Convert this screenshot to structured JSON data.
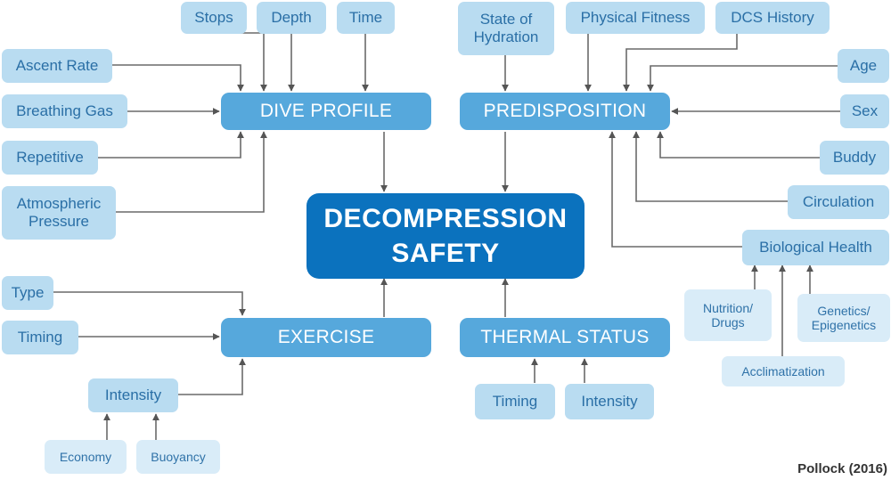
{
  "central": {
    "line1": "DECOMPRESSION",
    "line2": "SAFETY"
  },
  "categories": {
    "dive_profile": "DIVE PROFILE",
    "predisposition": "PREDISPOSITION",
    "exercise": "EXERCISE",
    "thermal_status": "THERMAL STATUS"
  },
  "dive_profile_factors": {
    "stops": "Stops",
    "depth": "Depth",
    "time": "Time",
    "ascent_rate": "Ascent Rate",
    "breathing_gas": "Breathing Gas",
    "repetitive": "Repetitive",
    "atmospheric_pressure": {
      "line1": "Atmospheric",
      "line2": "Pressure"
    }
  },
  "predisposition_factors": {
    "state_of_hydration": {
      "line1": "State of",
      "line2": "Hydration"
    },
    "physical_fitness": "Physical Fitness",
    "dcs_history": "DCS History",
    "age": "Age",
    "sex": "Sex",
    "buddy": "Buddy",
    "circulation": "Circulation",
    "biological_health": "Biological Health"
  },
  "biological_health_factors": {
    "nutrition_drugs": {
      "line1": "Nutrition/",
      "line2": "Drugs"
    },
    "genetics_epigenetics": {
      "line1": "Genetics/",
      "line2": "Epigenetics"
    },
    "acclimatization": "Acclimatization"
  },
  "exercise_factors": {
    "type": "Type",
    "timing": "Timing",
    "intensity": "Intensity",
    "economy": "Economy",
    "buoyancy": "Buoyancy"
  },
  "thermal_factors": {
    "timing": "Timing",
    "intensity": "Intensity"
  },
  "credit": "Pollock (2016)",
  "colors": {
    "core": "#0b72be",
    "category": "#56a8dc",
    "factor": "#b9dcf1",
    "subfactor": "#d9ecf8",
    "arrow": "#555555"
  }
}
